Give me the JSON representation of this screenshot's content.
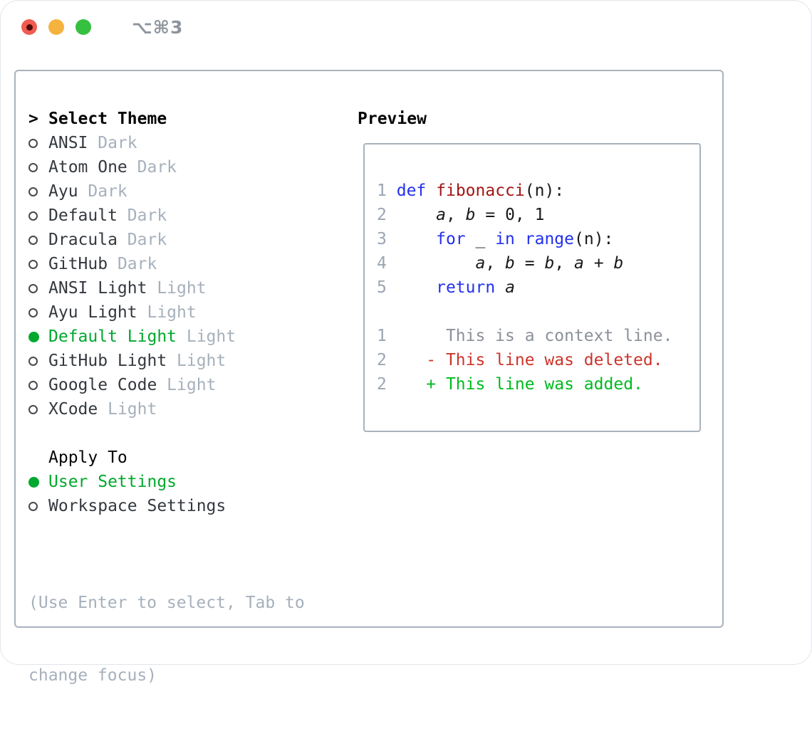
{
  "window": {
    "title": "⌥⌘3"
  },
  "colors": {
    "accent_green": "#00a82e",
    "keyword_blue": "#2330ee",
    "function_red": "#a31515",
    "deleted_red": "#cc352b",
    "added_green": "#00ba1f",
    "context_gray": "#8b9199",
    "line_number_gray": "#9ba6b3",
    "tag_gray": "#a6b0bc",
    "border_gray": "#a9b2bc"
  },
  "theme_selector": {
    "prompt": ">",
    "title": "Select Theme",
    "items": [
      {
        "name": "ANSI",
        "tag": "Dark",
        "selected": false
      },
      {
        "name": "Atom One",
        "tag": "Dark",
        "selected": false
      },
      {
        "name": "Ayu",
        "tag": "Dark",
        "selected": false
      },
      {
        "name": "Default",
        "tag": "Dark",
        "selected": false
      },
      {
        "name": "Dracula",
        "tag": "Dark",
        "selected": false
      },
      {
        "name": "GitHub",
        "tag": "Dark",
        "selected": false
      },
      {
        "name": "ANSI Light",
        "tag": "Light",
        "selected": false
      },
      {
        "name": "Ayu Light",
        "tag": "Light",
        "selected": false
      },
      {
        "name": "Default Light",
        "tag": "Light",
        "selected": true
      },
      {
        "name": "GitHub Light",
        "tag": "Light",
        "selected": false
      },
      {
        "name": "Google Code",
        "tag": "Light",
        "selected": false
      },
      {
        "name": "XCode",
        "tag": "Light",
        "selected": false
      }
    ]
  },
  "apply_to": {
    "title": "Apply To",
    "options": [
      {
        "name": "User Settings",
        "selected": true
      },
      {
        "name": "Workspace Settings",
        "selected": false
      }
    ]
  },
  "hint": {
    "lines": [
      "(Use Enter to select, Tab to",
      "change focus)"
    ]
  },
  "preview": {
    "title": "Preview",
    "lines": [
      {
        "num": "1",
        "segs": [
          [
            "pl",
            " "
          ],
          [
            "kw",
            "def"
          ],
          [
            "pl",
            " "
          ],
          [
            "fn",
            "fibonacci"
          ],
          [
            "pl",
            "(n):"
          ]
        ]
      },
      {
        "num": "2",
        "segs": [
          [
            "pl",
            "     "
          ],
          [
            "var",
            "a"
          ],
          [
            "pl",
            ", "
          ],
          [
            "var",
            "b"
          ],
          [
            "pl",
            " = 0, 1"
          ]
        ]
      },
      {
        "num": "3",
        "segs": [
          [
            "pl",
            "     "
          ],
          [
            "kw",
            "for"
          ],
          [
            "pl",
            " _ "
          ],
          [
            "kw",
            "in"
          ],
          [
            "pl",
            " "
          ],
          [
            "kw",
            "range"
          ],
          [
            "pl",
            "(n):"
          ]
        ]
      },
      {
        "num": "4",
        "segs": [
          [
            "pl",
            "         "
          ],
          [
            "var",
            "a"
          ],
          [
            "pl",
            ", "
          ],
          [
            "var",
            "b"
          ],
          [
            "pl",
            " = "
          ],
          [
            "var",
            "b"
          ],
          [
            "pl",
            ", "
          ],
          [
            "var",
            "a"
          ],
          [
            "pl",
            " + "
          ],
          [
            "var",
            "b"
          ]
        ]
      },
      {
        "num": "5",
        "segs": [
          [
            "pl",
            "     "
          ],
          [
            "kw",
            "return"
          ],
          [
            "pl",
            " "
          ],
          [
            "var",
            "a"
          ]
        ]
      },
      {
        "num": "",
        "segs": []
      },
      {
        "num": "1",
        "segs": [
          [
            "ctx",
            "      This is a context line."
          ]
        ]
      },
      {
        "num": "2",
        "segs": [
          [
            "pl",
            "    "
          ],
          [
            "del",
            "- This line was deleted."
          ]
        ]
      },
      {
        "num": "2",
        "segs": [
          [
            "pl",
            "    "
          ],
          [
            "add",
            "+ This line was added."
          ]
        ]
      }
    ]
  }
}
